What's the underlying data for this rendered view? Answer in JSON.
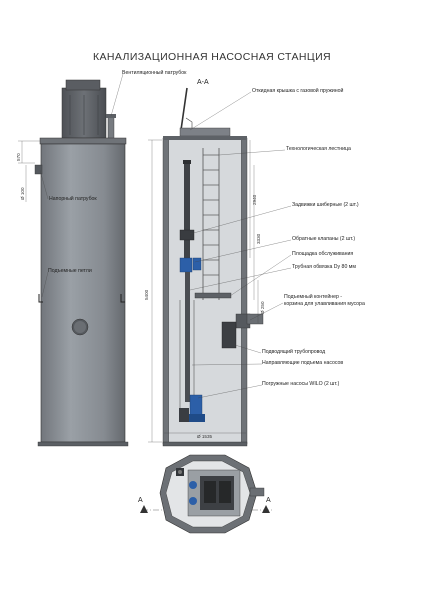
{
  "title": "КАНАЛИЗАЦИОННАЯ НАСОСНАЯ СТАНЦИЯ",
  "section_label": "А-А",
  "cut_mark": "А",
  "left_labels": {
    "vent_pipe": "Вентиляционный патрубок",
    "pressure_pipe": "Напорный патрубок",
    "lifting_loops": "Подъемные петли"
  },
  "right_labels": {
    "lid": "Откидная крышка с газовой пружиной",
    "ladder": "Технологическая лестница",
    "gate_valves": "Задвижки шиберные (2 шт.)",
    "check_valves": "Обратные клапаны (2 шт.)",
    "platform": "Площадка обслуживания",
    "piping": "Трубная обвязка Dy 80 мм",
    "container_1": "Подъемный контейнер -",
    "container_2": "корзина для улавливания мусора",
    "inlet": "Подводящий трубопровод",
    "guides": "Направляющие подъема насосов",
    "pumps": "Погружные насосы WILO (2 шт.)"
  },
  "dimensions": {
    "d_top": "570",
    "d_pipe": "Ø 100",
    "height": "5400",
    "d_2940": "2940",
    "d_3330": "3330",
    "d_inlet": "Ø 250",
    "diameter": "Ø 1535"
  },
  "colors": {
    "body": "#8b9097",
    "body_dark": "#5d6167",
    "inner": "#d8dadc",
    "line": "#444444",
    "blue": "#2c5fa8"
  }
}
